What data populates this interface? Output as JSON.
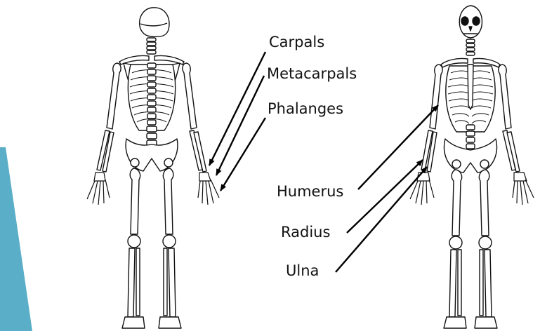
{
  "labels": {
    "carpals": "Carpals",
    "metacarpals": "Metacarpals",
    "phalanges": "Phalanges",
    "humerus": "Humerus",
    "radius": "Radius",
    "ulna": "Ulna"
  },
  "colors": {
    "accent": "#5aaec8",
    "bone_outline": "#111111",
    "bone_fill": "#ffffff",
    "arrow": "#000000"
  }
}
